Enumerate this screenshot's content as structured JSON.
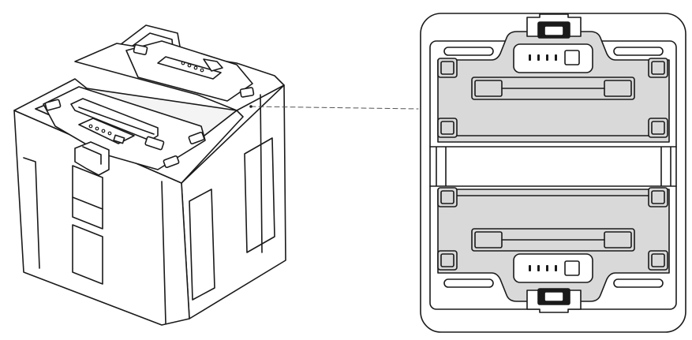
{
  "figure": {
    "left_view": {
      "name": "isometric-case",
      "battery_count": 2,
      "led_count_per_battery": 4,
      "leader_line": "dashed"
    },
    "right_view": {
      "name": "top-view-case",
      "battery_count": 2,
      "led_count_per_battery": 4
    },
    "colors": {
      "stroke": "#1a1a1a",
      "battery_fill": "#d9d9d9",
      "case_fill": "#ffffff",
      "leader": "#555555"
    }
  }
}
